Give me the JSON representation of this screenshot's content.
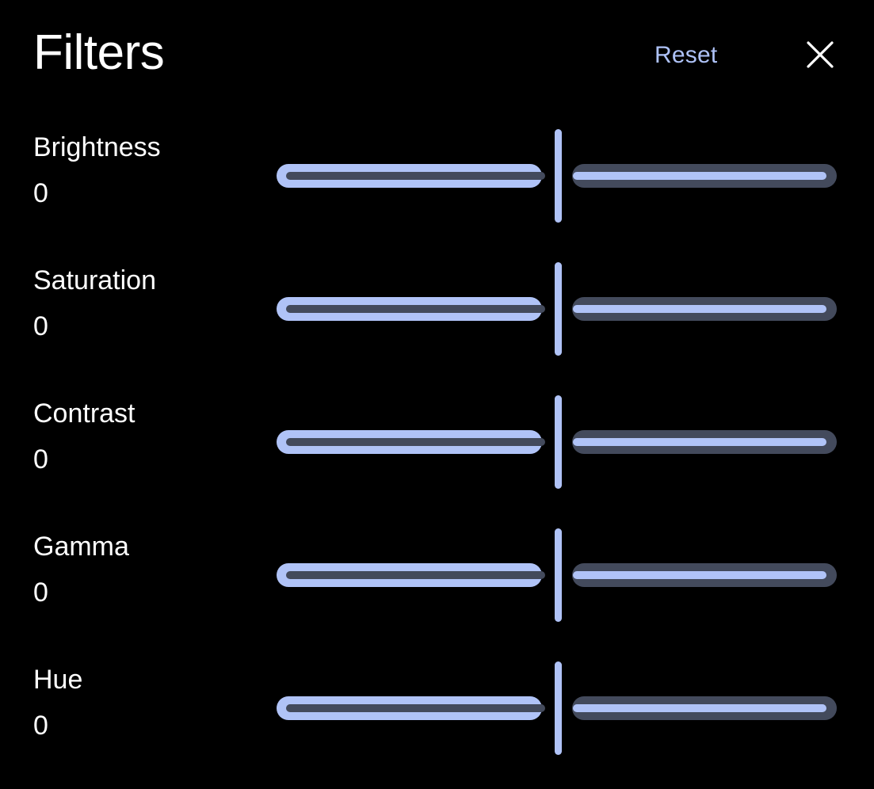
{
  "header": {
    "title": "Filters",
    "reset_label": "Reset",
    "close_icon": "close-icon"
  },
  "colors": {
    "background": "#000000",
    "accent": "#b0c3f7",
    "reset_text": "#aec2f7",
    "track_dark": "#434a5c",
    "label_text": "#ffffff"
  },
  "sliders": [
    {
      "label": "Brightness",
      "value": "0"
    },
    {
      "label": "Saturation",
      "value": "0"
    },
    {
      "label": "Contrast",
      "value": "0"
    },
    {
      "label": "Gamma",
      "value": "0"
    },
    {
      "label": "Hue",
      "value": "0"
    }
  ]
}
